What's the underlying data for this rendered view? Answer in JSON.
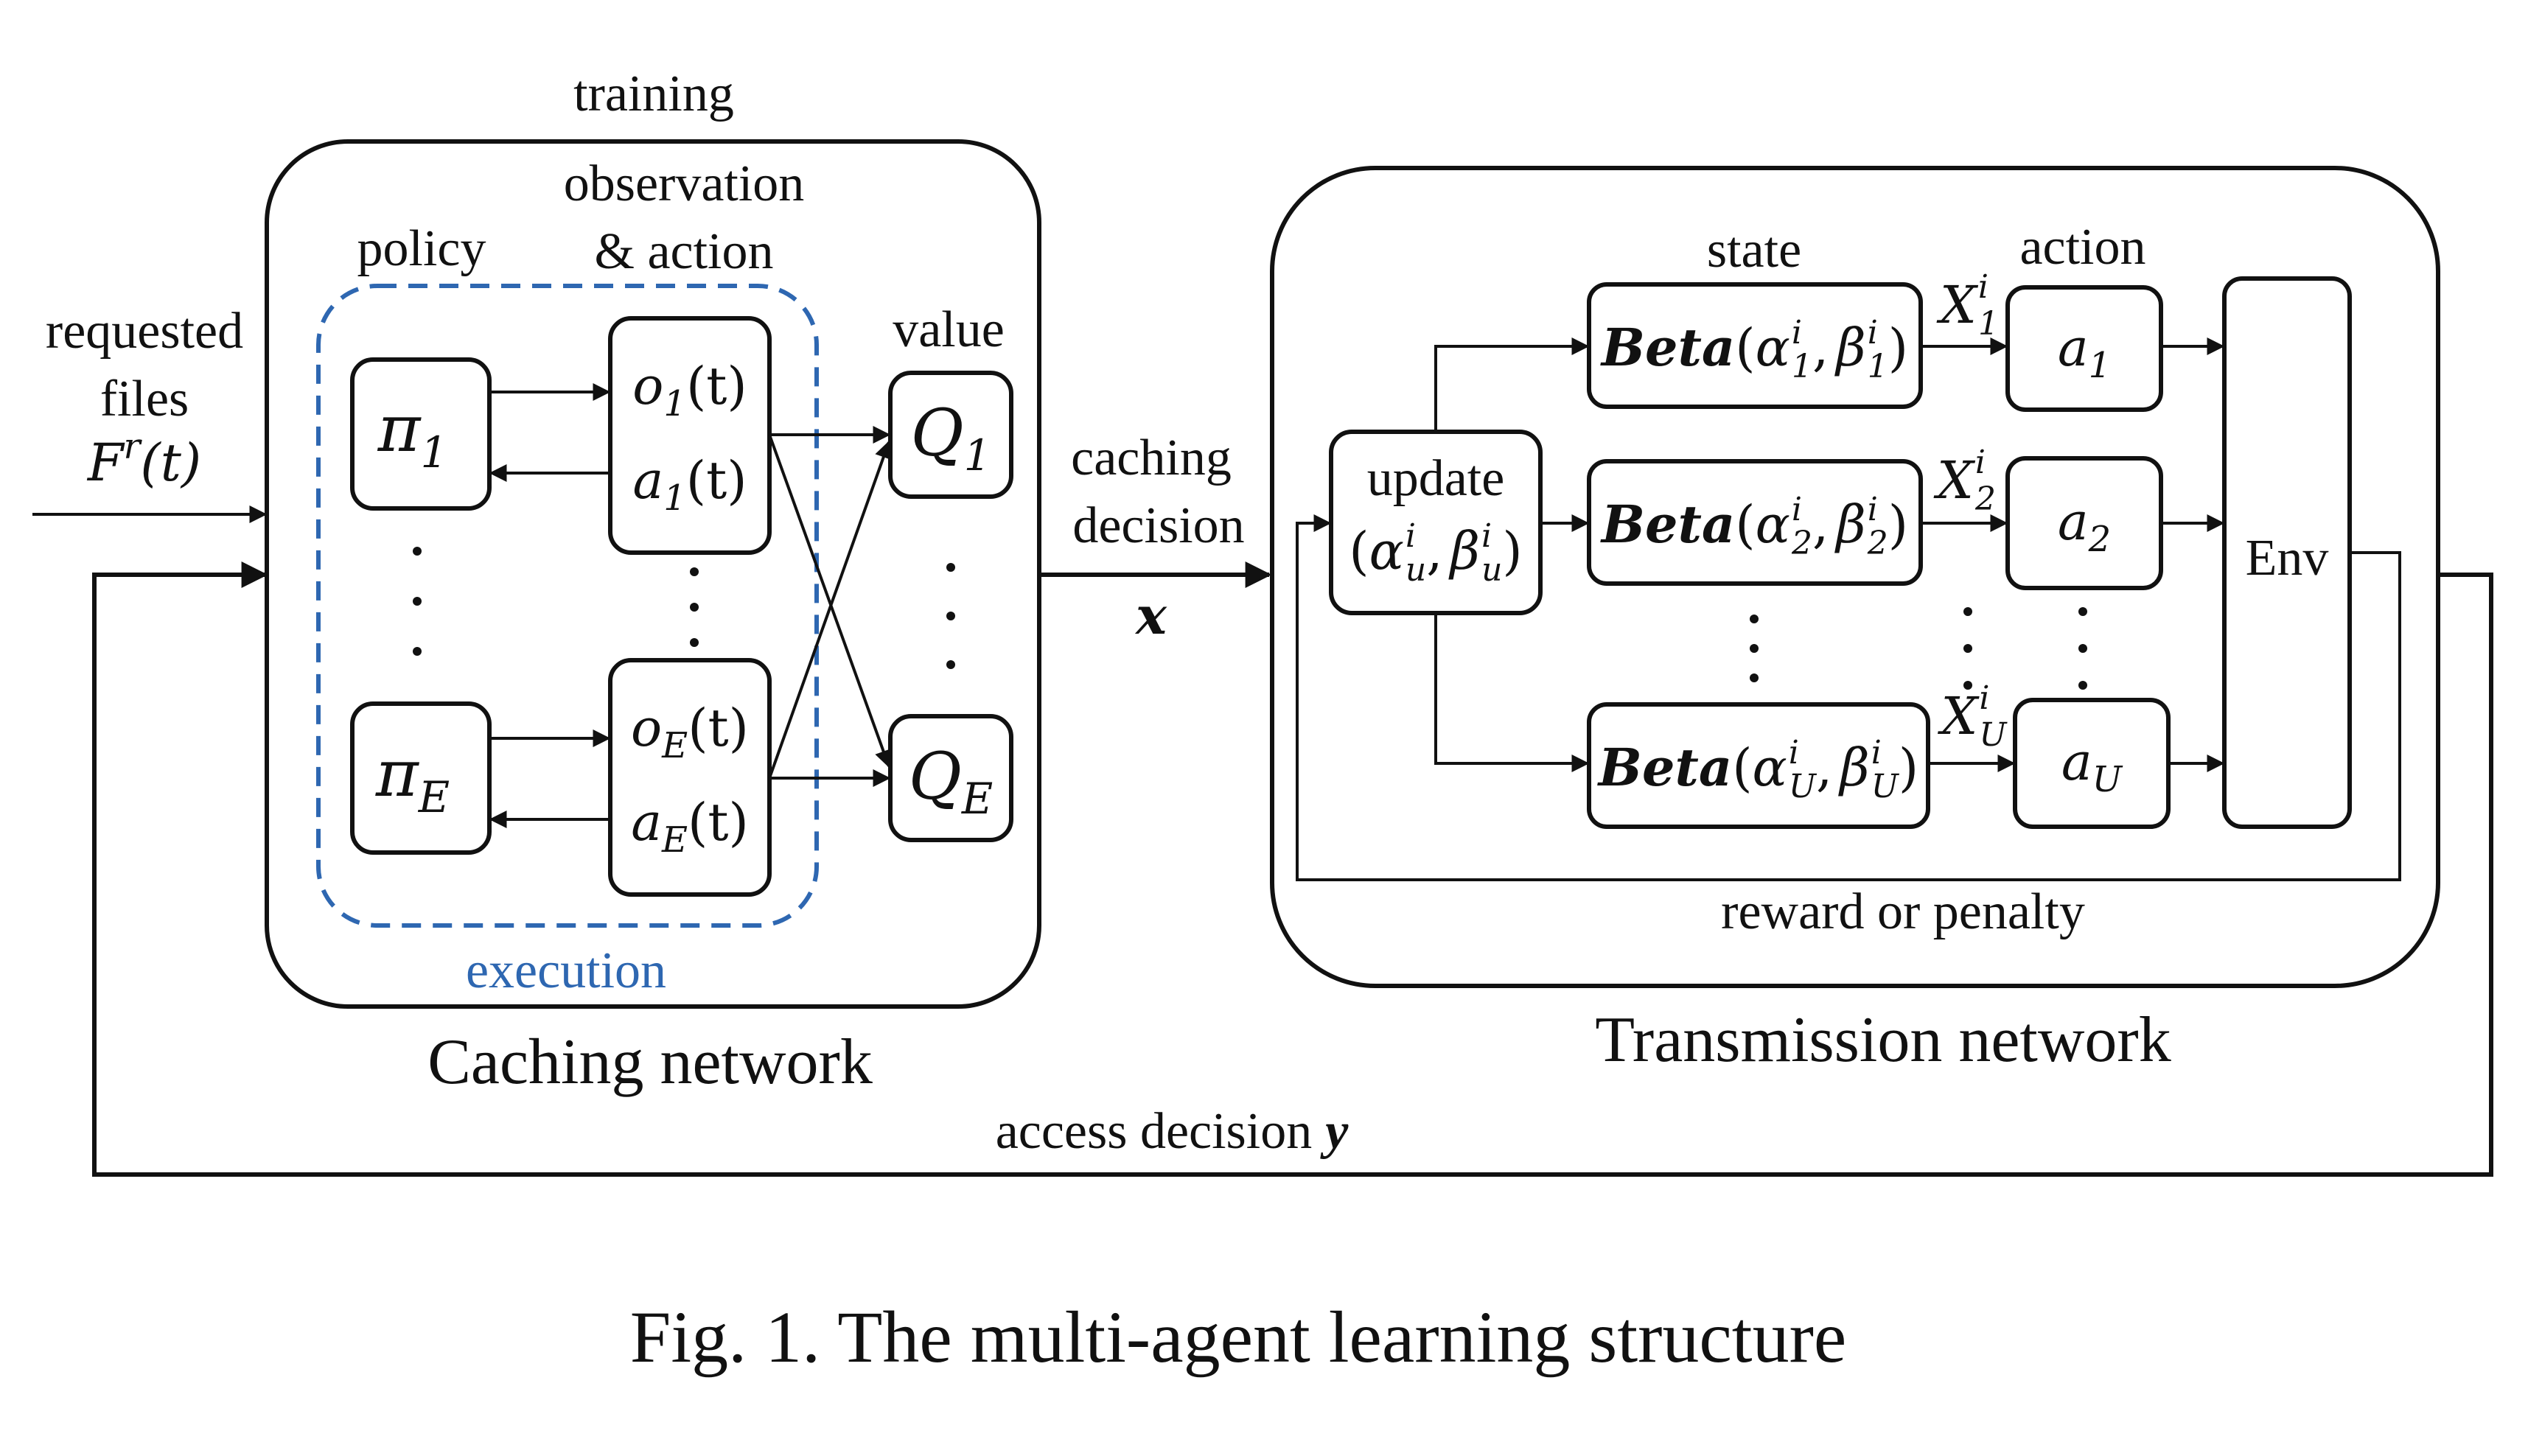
{
  "labels": {
    "training": "training",
    "observation": "observation",
    "and_action": "& action",
    "policy": "policy",
    "value": "value",
    "requested": "requested",
    "files": "files",
    "execution": "execution",
    "caching_network": "Caching network",
    "caching": "caching",
    "decision": "decision",
    "state": "state",
    "action": "action",
    "update": "update",
    "env": "Env",
    "reward": "reward or penalty",
    "transmission_network": "Transmission network",
    "access_decision": "access decision",
    "caption": "Fig. 1.  The multi-agent learning structure"
  },
  "math": {
    "requested_var_main": "F",
    "requested_var_sup": "r",
    "requested_var_tail": "(t)",
    "x_var": "x",
    "y_var": "y",
    "pi_1": "π",
    "pi_1_sub": "1",
    "pi_E": "π",
    "pi_E_sub": "E",
    "o_1": "o",
    "o_1_sub": "1",
    "o_1_tail": "(t)",
    "a_1": "a",
    "a_1_sub": "1",
    "a_1_tail": "(t)",
    "o_E": "o",
    "o_E_sub": "E",
    "o_E_tail": "(t)",
    "a_E": "a",
    "a_E_sub": "E",
    "a_E_tail": "(t)",
    "Q_1": "Q",
    "Q_1_sub": "1",
    "Q_E": "Q",
    "Q_E_sub": "E",
    "beta_word": "Beta",
    "alpha": "α",
    "beta": "β",
    "sup_i": "i",
    "sub_1": "1",
    "sub_2": "2",
    "sub_U": "U",
    "sub_u": "u",
    "X": "X",
    "a": "a",
    "lparen": "(",
    "rparen": ")",
    "comma": ","
  }
}
